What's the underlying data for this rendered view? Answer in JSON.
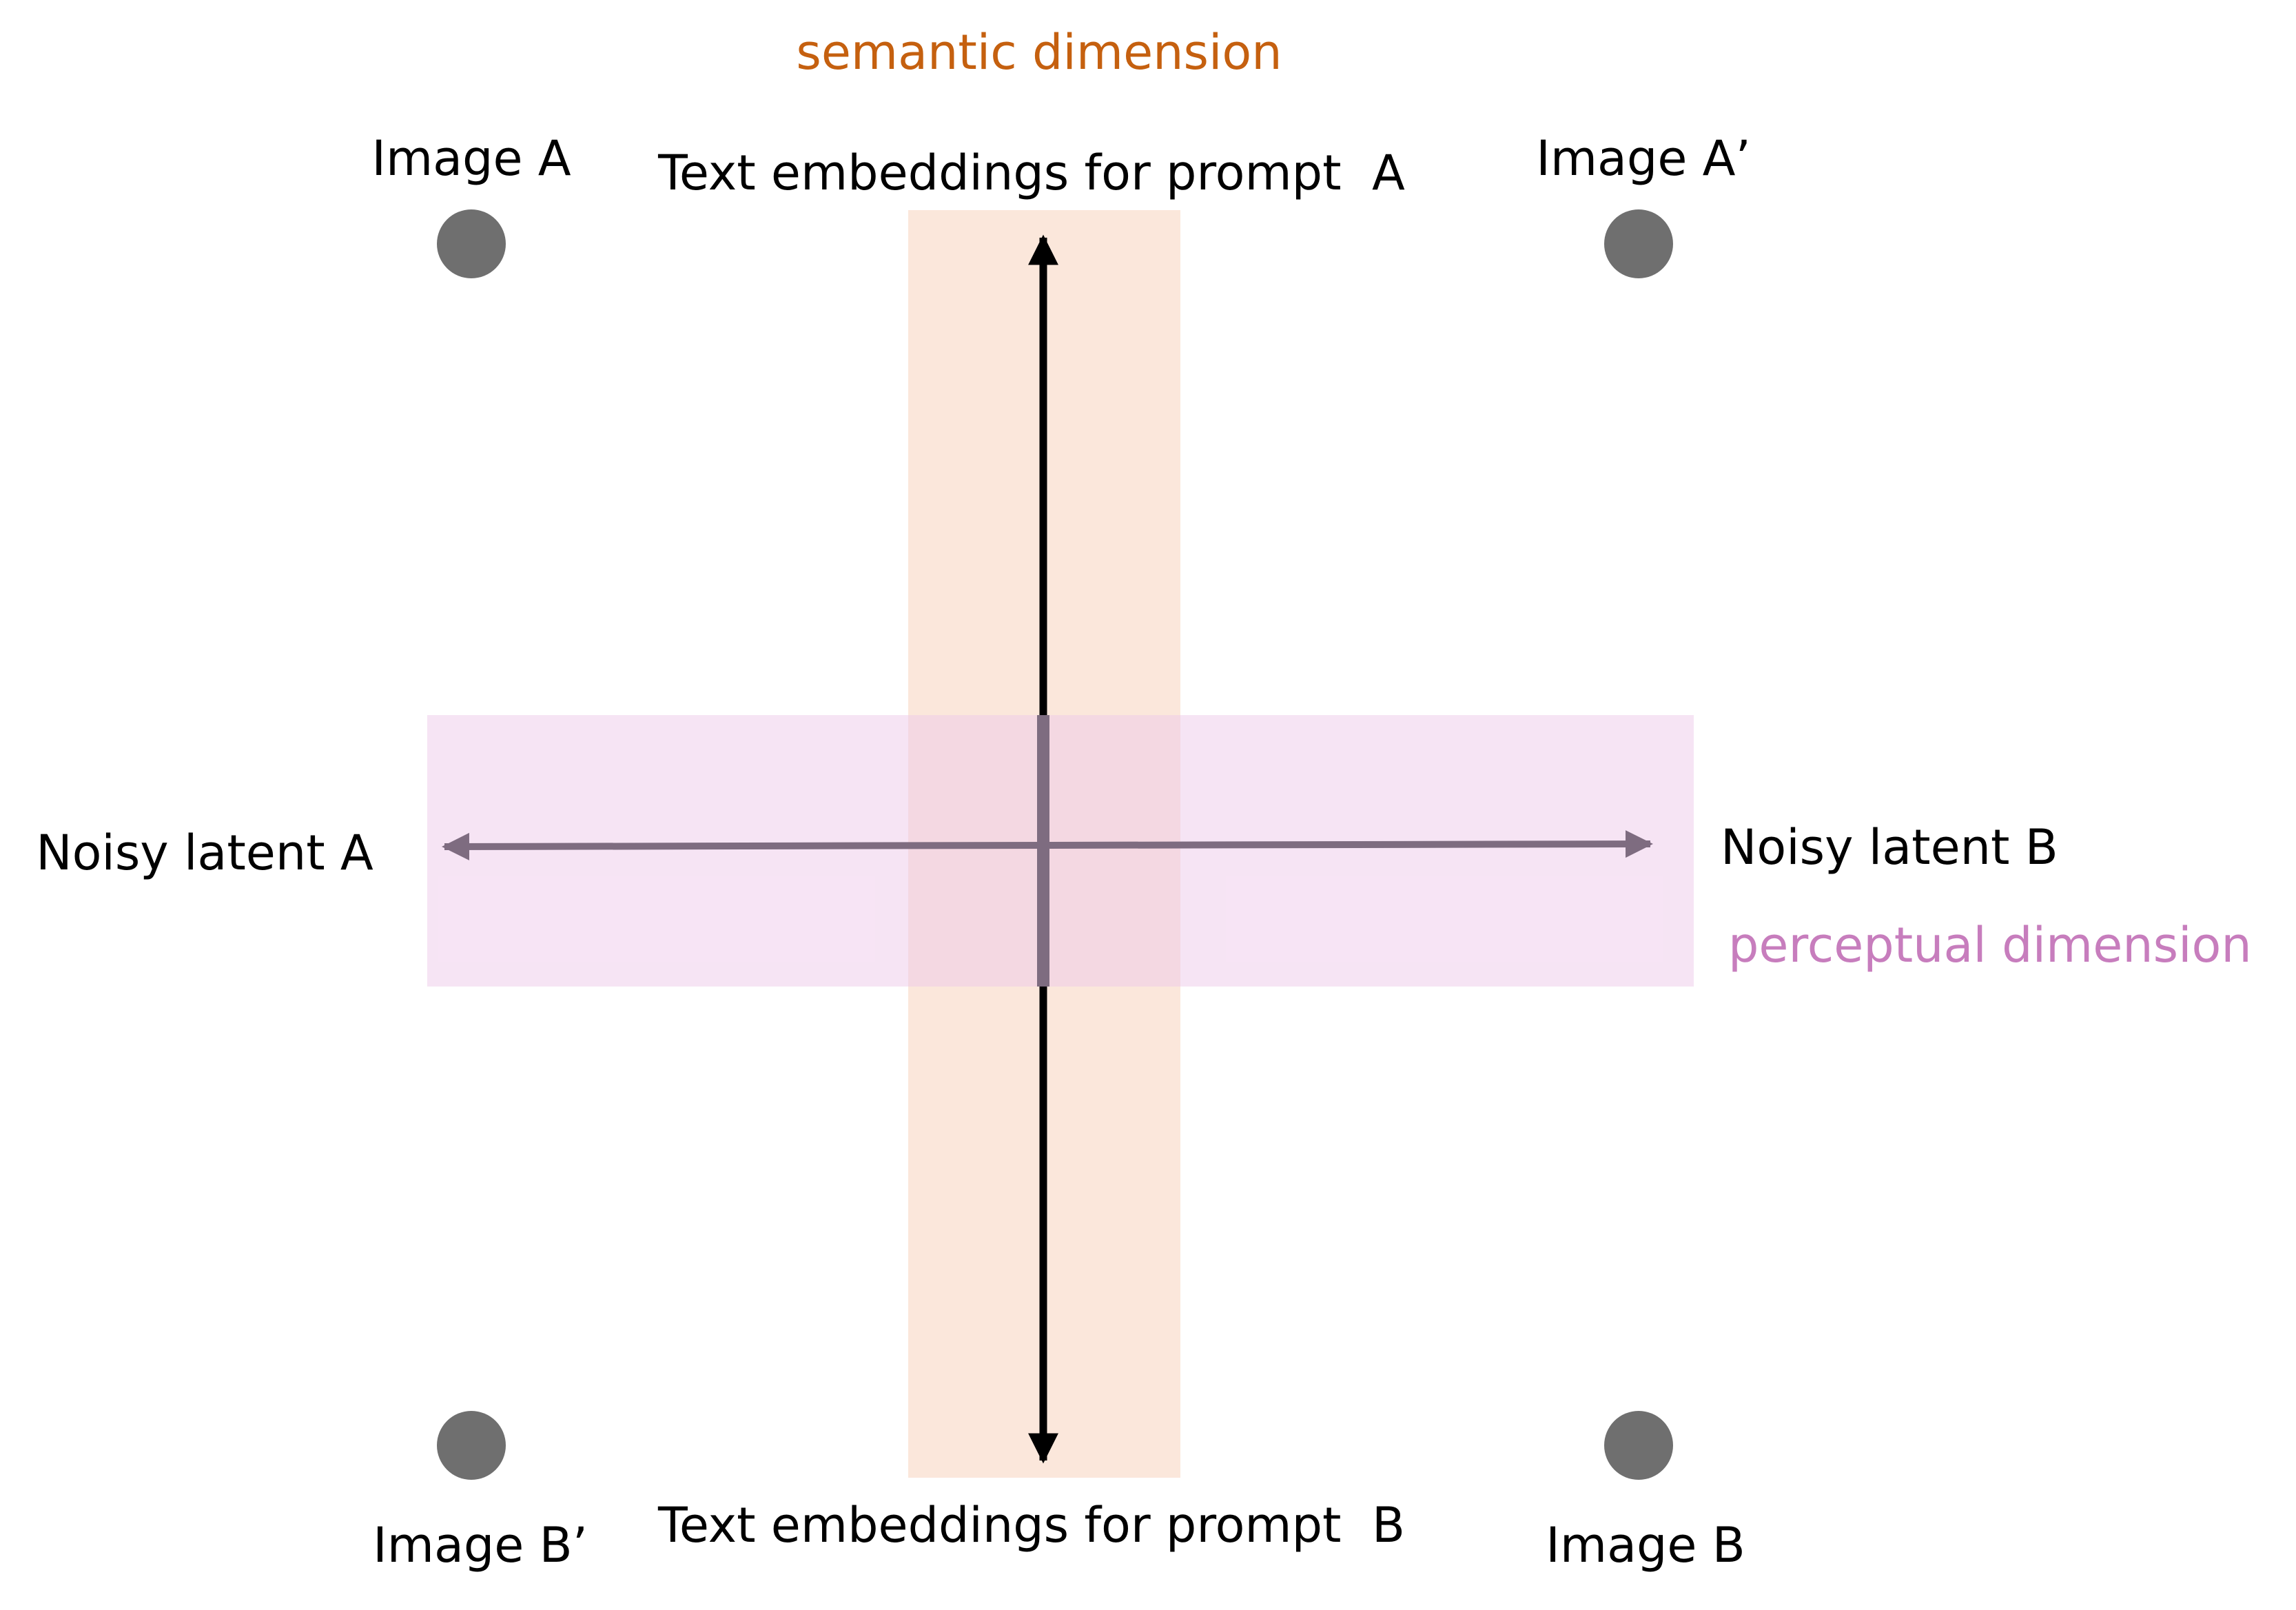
{
  "diagram": {
    "semantic_axis_label": "semantic dimension",
    "perceptual_axis_label": "perceptual dimension",
    "text_embedding_top": "Text embeddings for prompt  A",
    "text_embedding_bottom": "Text embeddings for prompt  B",
    "noisy_latent_left": "Noisy latent A",
    "noisy_latent_right": "Noisy latent B",
    "images": {
      "top_left": "Image A",
      "top_right": "Image A’",
      "bottom_left": "Image B’",
      "bottom_right": "Image B"
    }
  },
  "colors": {
    "semantic_accent": "#c5600f",
    "perceptual_accent": "#c77dbd",
    "semantic_band": "#fbe7db",
    "perceptual_band": "#f3dbf1",
    "vertical_arrow": "#000000",
    "horizontal_arrow": "#7e6c80",
    "image_dot": "#6f6f6f",
    "label_text": "#000000"
  }
}
